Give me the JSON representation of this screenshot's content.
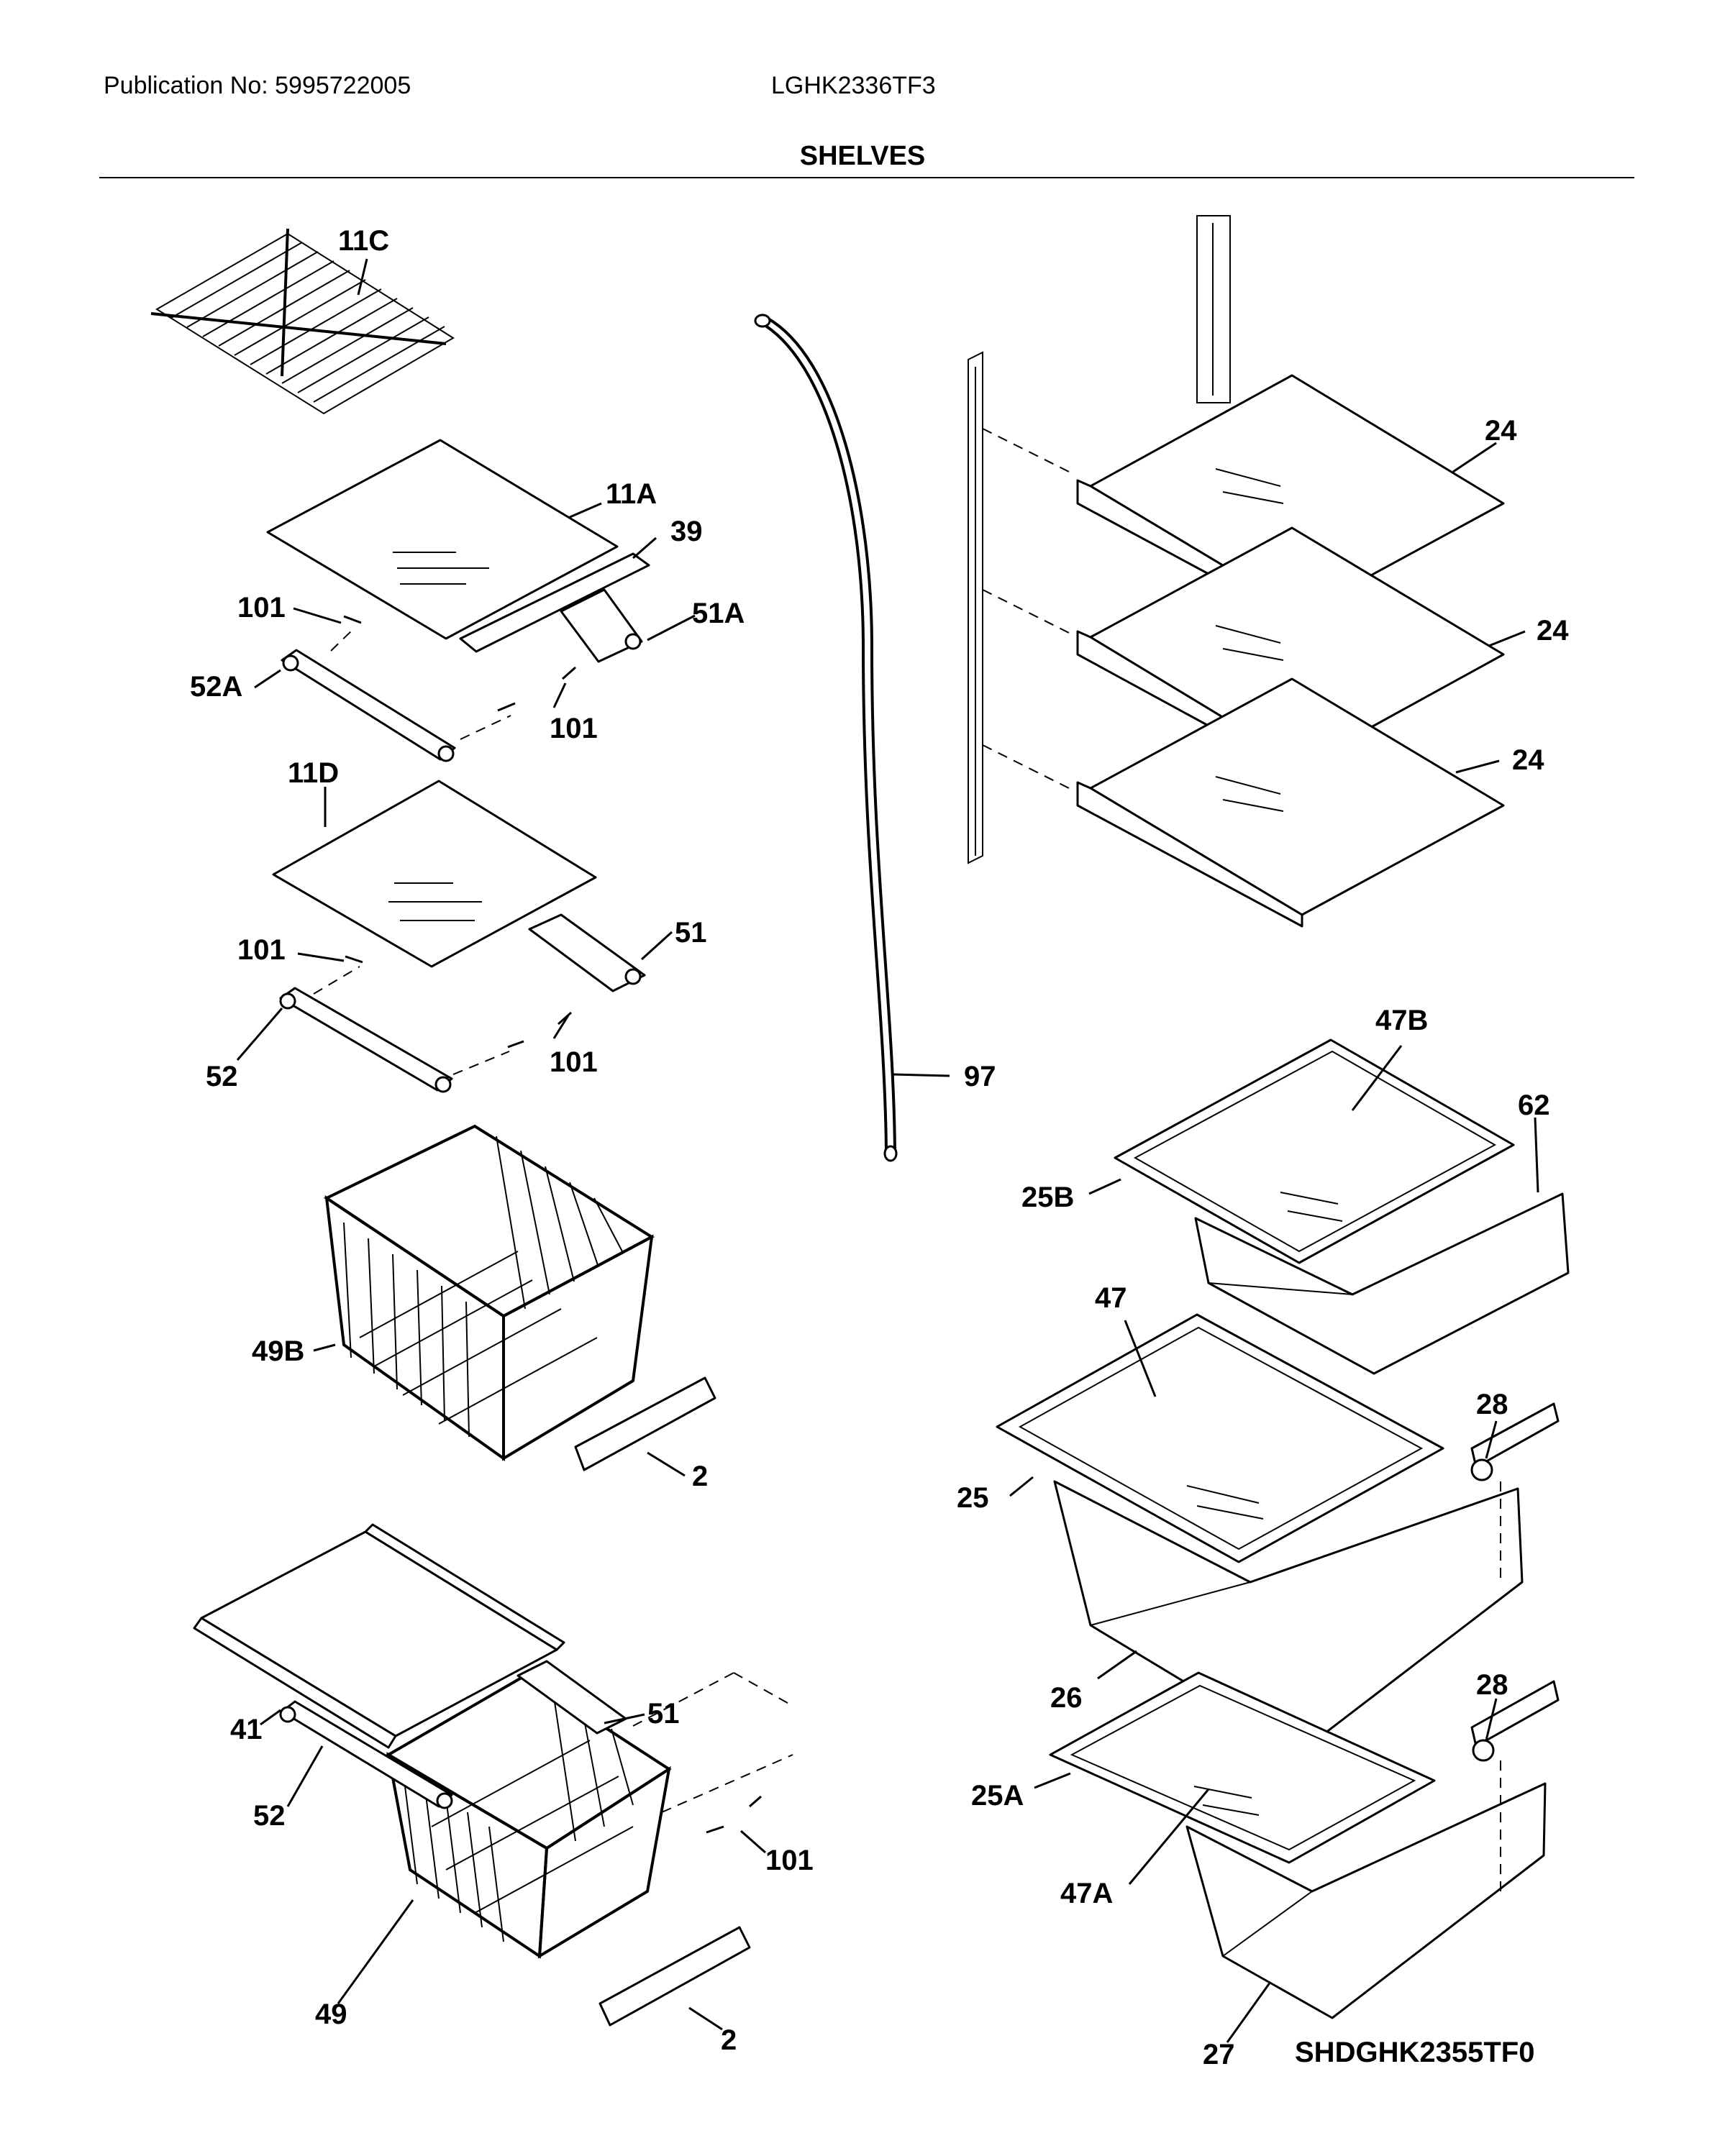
{
  "header": {
    "publication": "Publication No: 5995722005",
    "model": "LGHK2336TF3",
    "title": "SHELVES"
  },
  "footer": {
    "diagram_code": "SHDGHK2355TF0"
  },
  "callouts": [
    {
      "id": "11C",
      "text": "11C"
    },
    {
      "id": "11A",
      "text": "11A"
    },
    {
      "id": "39",
      "text": "39"
    },
    {
      "id": "101a",
      "text": "101"
    },
    {
      "id": "51A",
      "text": "51A"
    },
    {
      "id": "52A",
      "text": "52A"
    },
    {
      "id": "101b",
      "text": "101"
    },
    {
      "id": "11D",
      "text": "11D"
    },
    {
      "id": "101c",
      "text": "101"
    },
    {
      "id": "51a",
      "text": "51"
    },
    {
      "id": "52a",
      "text": "52"
    },
    {
      "id": "101d",
      "text": "101"
    },
    {
      "id": "49B",
      "text": "49B"
    },
    {
      "id": "2a",
      "text": "2"
    },
    {
      "id": "41",
      "text": "41"
    },
    {
      "id": "51b",
      "text": "51"
    },
    {
      "id": "52b",
      "text": "52"
    },
    {
      "id": "101e",
      "text": "101"
    },
    {
      "id": "49",
      "text": "49"
    },
    {
      "id": "2b",
      "text": "2"
    },
    {
      "id": "97",
      "text": "97"
    },
    {
      "id": "24a",
      "text": "24"
    },
    {
      "id": "24b",
      "text": "24"
    },
    {
      "id": "24c",
      "text": "24"
    },
    {
      "id": "47B",
      "text": "47B"
    },
    {
      "id": "62",
      "text": "62"
    },
    {
      "id": "25B",
      "text": "25B"
    },
    {
      "id": "47",
      "text": "47"
    },
    {
      "id": "28a",
      "text": "28"
    },
    {
      "id": "25",
      "text": "25"
    },
    {
      "id": "26",
      "text": "26"
    },
    {
      "id": "28b",
      "text": "28"
    },
    {
      "id": "25A",
      "text": "25A"
    },
    {
      "id": "47A",
      "text": "47A"
    },
    {
      "id": "27",
      "text": "27"
    }
  ]
}
